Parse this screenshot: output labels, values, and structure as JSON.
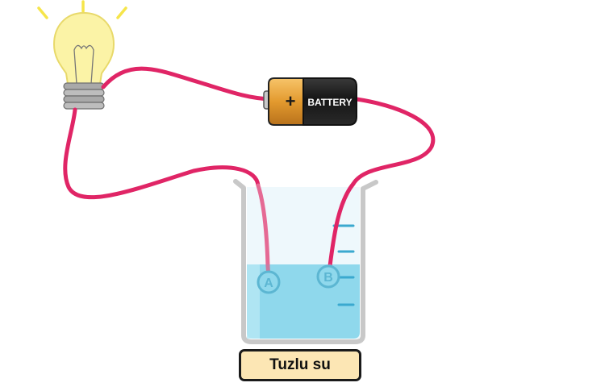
{
  "battery": {
    "label": "BATTERY",
    "plus": "+"
  },
  "electrodes": {
    "a": "A",
    "b": "B"
  },
  "solution": {
    "label": "Tuzlu su"
  },
  "icons": [
    "light-bulb-icon",
    "battery-icon",
    "beaker-icon"
  ],
  "colors": {
    "wire": "#e02566",
    "bulb": "#fbf3a6",
    "rays": "#f6e54a",
    "battery_body": "#1c1c1c",
    "battery_cap": "#e9a13a",
    "water": "#8fd8ec",
    "label_bg": "#fce6b4"
  }
}
